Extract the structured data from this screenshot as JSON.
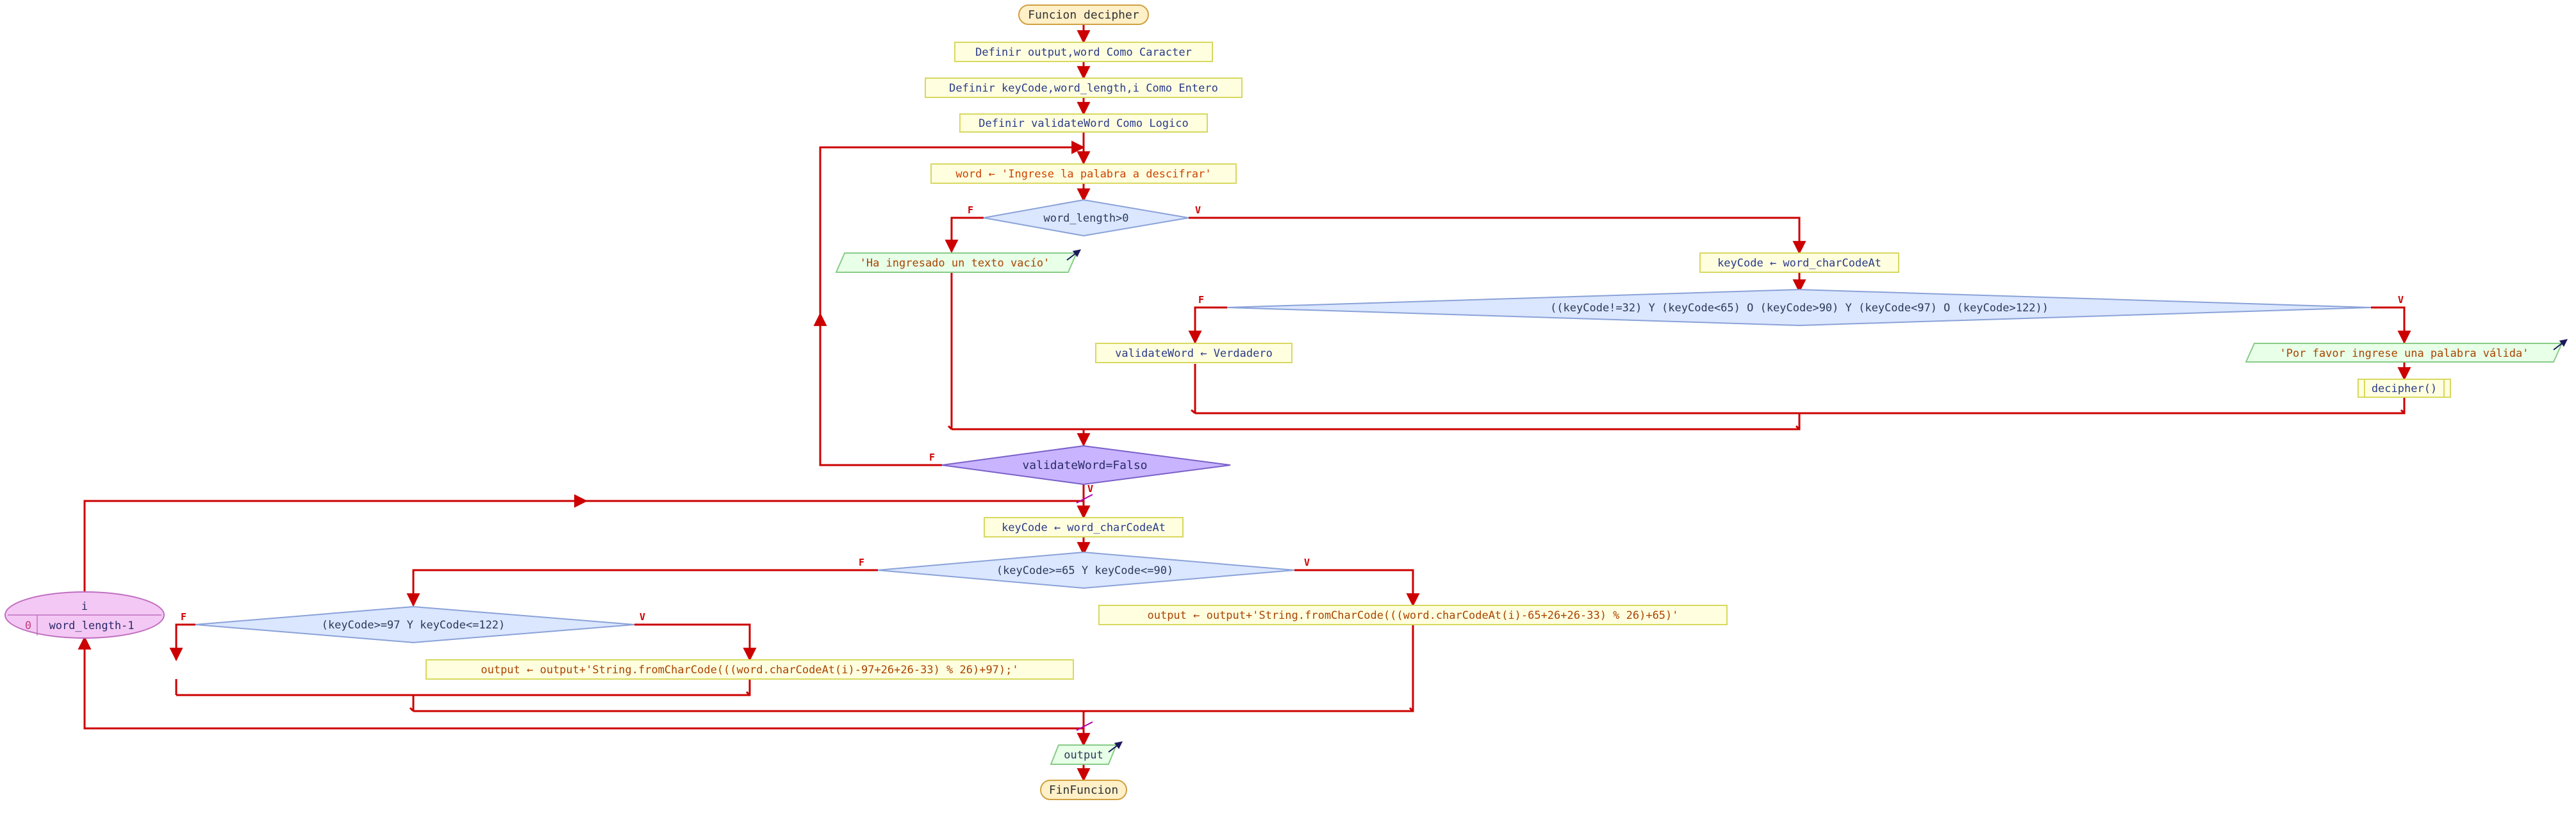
{
  "diagram": {
    "start_label": "Funcion decipher",
    "end_label": "FinFuncion",
    "define_output": "Definir output,word Como Caracter",
    "define_keycode": "Definir keyCode,word_length,i Como Entero",
    "define_validate": "Definir validateWord Como Logico",
    "assign_word": "word ← 'Ingrese la palabra a descifrar'",
    "cond_length": "word_length>0",
    "out_empty": "'Ha ingresado un texto vacío'",
    "assign_keycode_1": "keyCode ← word_charCodeAt",
    "cond_letter": "((keyCode!=32) Y (keyCode<65) O (keyCode>90) Y (keyCode<97) O (keyCode>122))",
    "assign_valid": "validateWord ← Verdadero",
    "out_invalid": "'Por favor ingrese una palabra válida'",
    "call_decipher": "decipher()",
    "cond_repeat": "validateWord=Falso",
    "loop_var": "i",
    "loop_start": "0",
    "loop_end": "word_length-1",
    "assign_keycode_2": "keyCode ← word_charCodeAt",
    "cond_upper": "(keyCode>=65 Y keyCode<=90)",
    "assign_output_upper": "output ← output+'String.fromCharCode(((word.charCodeAt(i)-65+26+26-33) % 26)+65)'",
    "cond_lower": "(keyCode>=97 Y keyCode<=122)",
    "assign_output_lower": "output ← output+'String.fromCharCode(((word.charCodeAt(i)-97+26+26-33) % 26)+97);'",
    "out_output": "output",
    "label_true": "V",
    "label_false": "F",
    "colors": {
      "line": "#cc0000",
      "process_fill": "#ffffe0",
      "process_stroke": "#d8d860",
      "decision_fill": "#dbe6ff",
      "decision_stroke": "#8aa2d8",
      "output_fill": "#e8ffe8",
      "output_stroke": "#88cc88",
      "repeat_fill": "#c8b4ff",
      "repeat_stroke": "#7a60c8",
      "loop_fill": "#f4c8f4",
      "loop_stroke": "#c070c0",
      "terminal_fill": "#fff0c8",
      "terminal_stroke": "#d0a040"
    }
  }
}
